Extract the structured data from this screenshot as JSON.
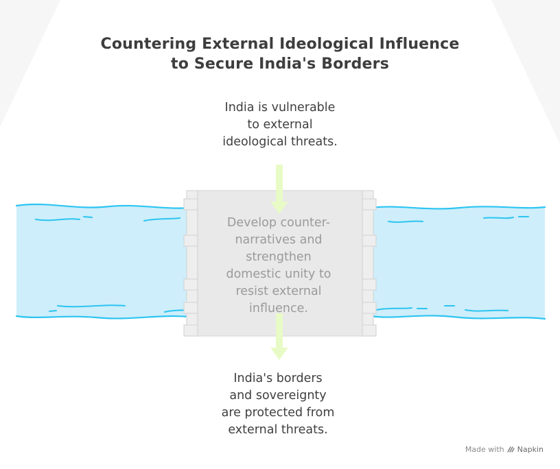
{
  "title": {
    "line1": "Countering External Ideological Influence",
    "line2": "to Secure India's Borders"
  },
  "top_text": {
    "line1": "India is vulnerable",
    "line2": "to external",
    "line3": "ideological threats."
  },
  "center_text": {
    "line1": "Develop counter-",
    "line2": "narratives and",
    "line3": "strengthen",
    "line4": "domestic unity to",
    "line5": "resist external",
    "line6": "influence."
  },
  "bottom_text": {
    "line1": "India's borders",
    "line2": "and sovereignty",
    "line3": "are protected from",
    "line4": "external threats."
  },
  "footer": {
    "made_with": "Made with",
    "brand": "Napkin"
  },
  "colors": {
    "water": "#cdeefa",
    "water_line": "#2cc4f2",
    "barrier": "#e9e9e9",
    "arrow": "#e8fbc6"
  },
  "icons": {
    "arrow_down": "arrow-down-icon",
    "napkin": "napkin-logo-icon"
  }
}
